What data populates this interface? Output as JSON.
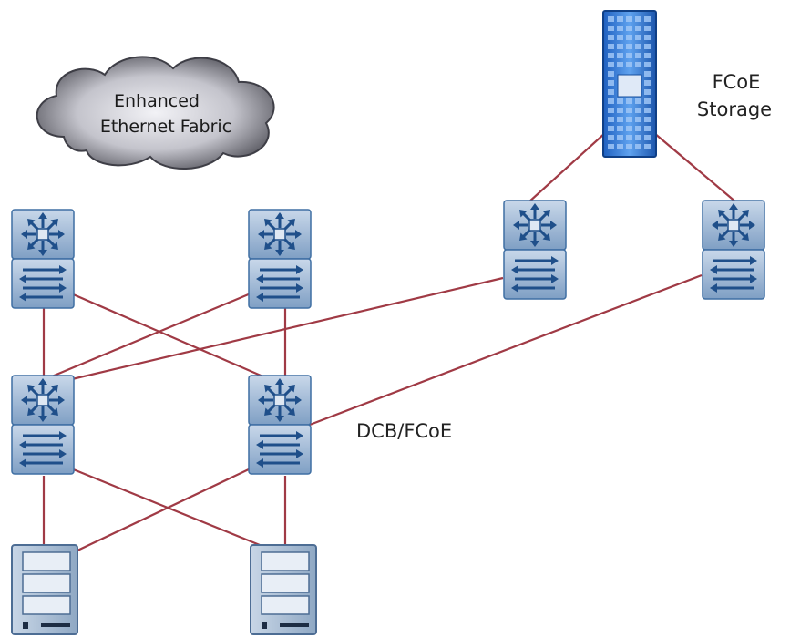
{
  "labels": {
    "cloud_line1": "Enhanced",
    "cloud_line2": "Ethernet Fabric",
    "storage_line1": "FCoE",
    "storage_line2": "Storage",
    "link_label": "DCB/FCoE"
  },
  "colors": {
    "link": "#a03a45",
    "switch_dark": "#3f6fa3",
    "switch_light": "#9fb9d6",
    "arrow": "#1f4f8a",
    "storage_blue": "#2f78d6",
    "cloud_dark": "#4c4c54",
    "cloud_light": "#e4e4ea"
  },
  "nodes": [
    {
      "id": "core-switch-1",
      "kind": "switch"
    },
    {
      "id": "core-switch-2",
      "kind": "switch"
    },
    {
      "id": "access-switch-1",
      "kind": "switch"
    },
    {
      "id": "access-switch-2",
      "kind": "switch"
    },
    {
      "id": "fcoe-switch-1",
      "kind": "switch"
    },
    {
      "id": "fcoe-switch-2",
      "kind": "switch"
    },
    {
      "id": "server-1",
      "kind": "server"
    },
    {
      "id": "server-2",
      "kind": "server"
    },
    {
      "id": "fcoe-storage-array",
      "kind": "storage"
    }
  ],
  "links": [
    [
      "core-switch-1",
      "access-switch-1"
    ],
    [
      "core-switch-1",
      "access-switch-2"
    ],
    [
      "core-switch-2",
      "access-switch-1"
    ],
    [
      "core-switch-2",
      "access-switch-2"
    ],
    [
      "fcoe-switch-1",
      "access-switch-1"
    ],
    [
      "fcoe-switch-2",
      "access-switch-2"
    ],
    [
      "fcoe-storage-array",
      "fcoe-switch-1"
    ],
    [
      "fcoe-storage-array",
      "fcoe-switch-2"
    ],
    [
      "access-switch-1",
      "server-1"
    ],
    [
      "access-switch-1",
      "server-2"
    ],
    [
      "access-switch-2",
      "server-1"
    ],
    [
      "access-switch-2",
      "server-2"
    ]
  ]
}
